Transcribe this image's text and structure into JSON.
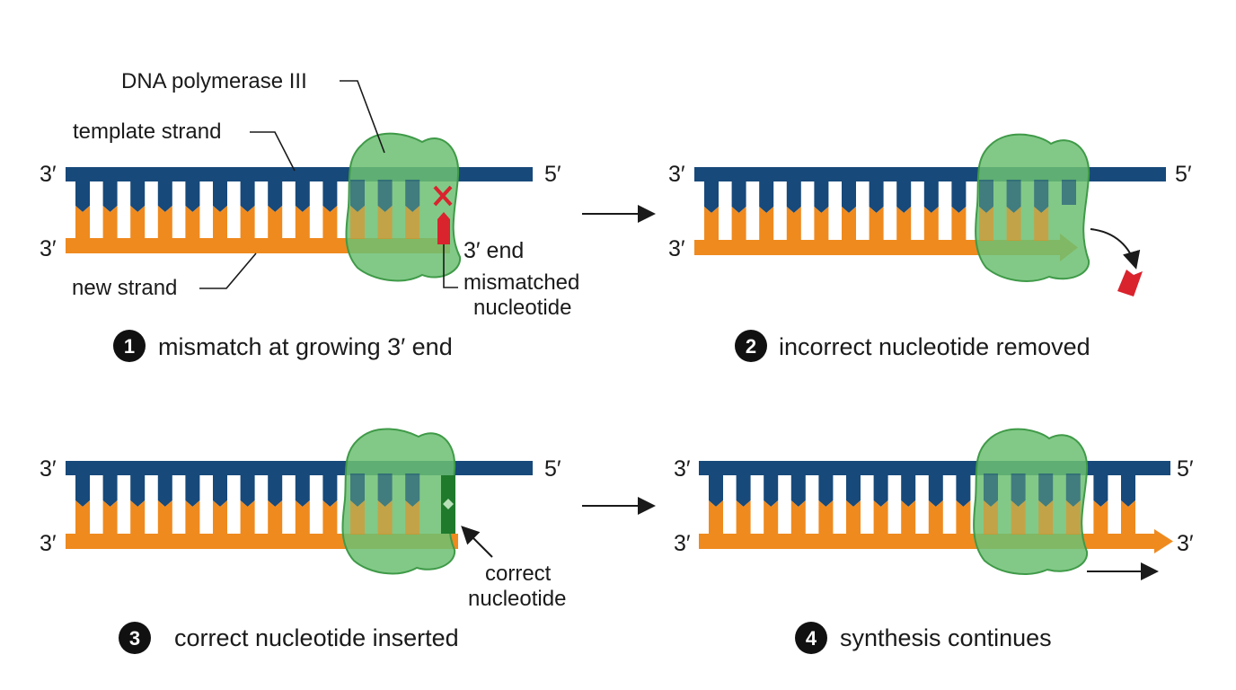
{
  "colors": {
    "template": "#17497a",
    "new_strand": "#ef8a1f",
    "polymerase": "#6cc072",
    "polymerase_stroke": "#3f9a48",
    "mismatch": "#d9232d",
    "correct": "#1f7a2c",
    "text": "#1a1a1a"
  },
  "panel1": {
    "label_3prime_top": "3′",
    "label_5prime": "5′",
    "label_3prime_bottom": "3′",
    "polymerase_label": "DNA polymerase III",
    "template_label": "template strand",
    "new_strand_label": "new strand",
    "end_label": "3′ end",
    "mismatch_label_1": "mismatched",
    "mismatch_label_2": "nucleotide",
    "step": "1",
    "caption": "mismatch at growing 3′ end"
  },
  "panel2": {
    "label_3prime_top": "3′",
    "label_5prime": "5′",
    "label_3prime_bottom": "3′",
    "step": "2",
    "caption": "incorrect nucleotide removed"
  },
  "panel3": {
    "label_3prime_top": "3′",
    "label_5prime": "5′",
    "label_3prime_bottom": "3′",
    "correct_label_1": "correct",
    "correct_label_2": "nucleotide",
    "step": "3",
    "caption": "correct nucleotide inserted"
  },
  "panel4": {
    "label_3prime_top": "3′",
    "label_5prime": "5′",
    "label_3prime_bottom": "3′",
    "label_3prime_end": "3′",
    "step": "4",
    "caption": "synthesis continues"
  }
}
